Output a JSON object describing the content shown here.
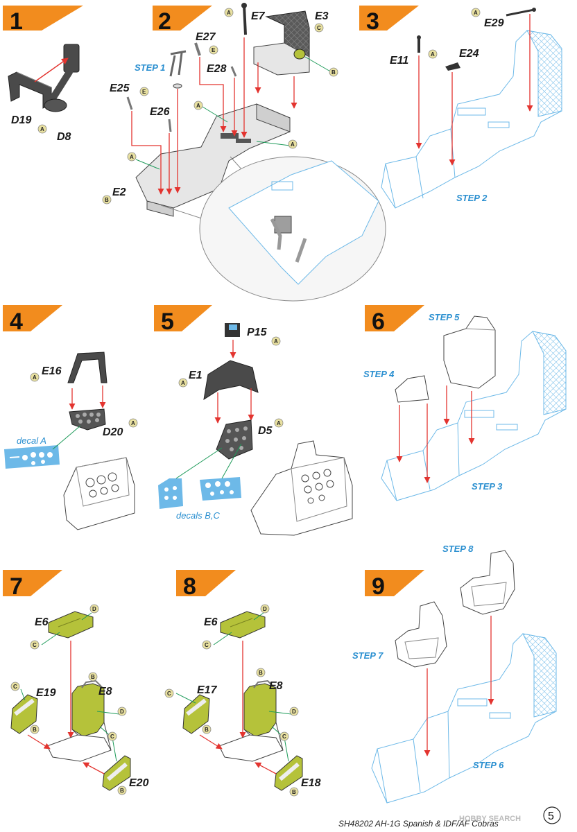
{
  "steps": [
    {
      "id": 1,
      "num": "1"
    },
    {
      "id": 2,
      "num": "2"
    },
    {
      "id": 3,
      "num": "3"
    },
    {
      "id": 4,
      "num": "4"
    },
    {
      "id": 5,
      "num": "5"
    },
    {
      "id": 6,
      "num": "6"
    },
    {
      "id": 7,
      "num": "7"
    },
    {
      "id": 8,
      "num": "8"
    },
    {
      "id": 9,
      "num": "9"
    }
  ],
  "parts": {
    "s1": {
      "d19": "D19",
      "d8": "D8"
    },
    "s2": {
      "e7": "E7",
      "e3": "E3",
      "e27": "E27",
      "e28": "E28",
      "e25": "E25",
      "e26": "E26",
      "e2": "E2",
      "ref_step1": "STEP 1"
    },
    "s3": {
      "e29": "E29",
      "e11": "E11",
      "e24": "E24",
      "ref_step2": "STEP 2"
    },
    "s4": {
      "e16": "E16",
      "d20": "D20",
      "decal": "decal A"
    },
    "s5": {
      "p15": "P15",
      "e1": "E1",
      "d5": "D5",
      "decal": "decals B,C"
    },
    "s6": {
      "ref_step5": "STEP 5",
      "ref_step4": "STEP 4",
      "ref_step3": "STEP 3"
    },
    "s7": {
      "e6": "E6",
      "e19": "E19",
      "e8": "E8",
      "e20": "E20"
    },
    "s8": {
      "e6": "E6",
      "e17": "E17",
      "e8": "E8",
      "e18": "E18"
    },
    "s9": {
      "ref_step8": "STEP 8",
      "ref_step7": "STEP 7",
      "ref_step6": "STEP 6"
    }
  },
  "badges": {
    "a": "A",
    "b": "B",
    "c": "C",
    "d": "D",
    "e": "E"
  },
  "footer": {
    "caption": "SH48202 AH-1G Spanish & IDF/AF Cobras",
    "page_number": "5",
    "watermark": "HOBBY SEARCH"
  },
  "colors": {
    "step_flag": "#f28c1e",
    "arrow": "#e3342f",
    "leader": "#1e9b5a",
    "blueprint": "#6db9e8",
    "reference_text": "#2a8fd0",
    "part_dark": "#4a4a4a",
    "part_light": "#eeeeee",
    "cushion_green": "#b5c23a",
    "badge_fill": "#e8e0a0"
  }
}
